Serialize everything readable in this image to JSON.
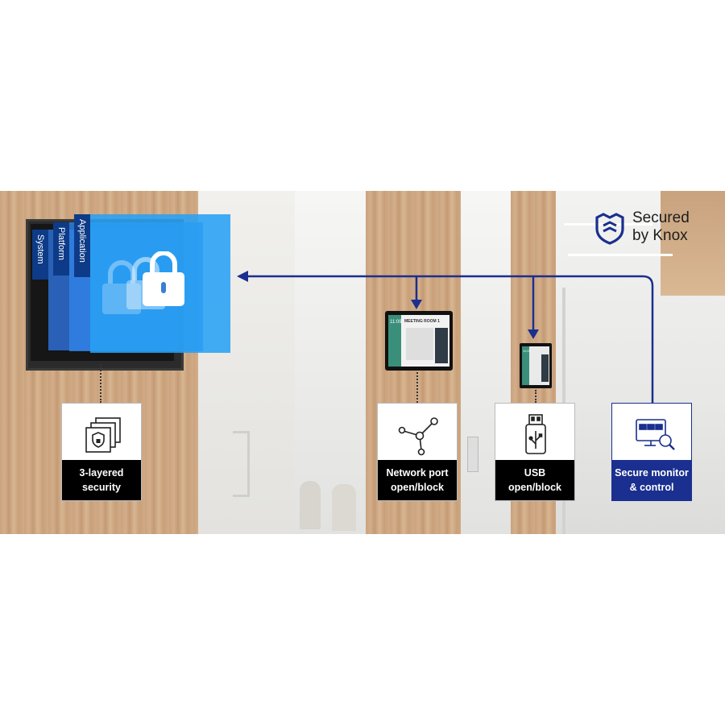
{
  "brand": {
    "line1": "Secured",
    "line2": "by Knox",
    "icon": "knox-shield-icon",
    "color": "#1a2f8f"
  },
  "layers": [
    "System",
    "Platform",
    "Application"
  ],
  "features": [
    {
      "line1": "3-layered",
      "line2": "security",
      "icon": "stacked-shield-icon"
    },
    {
      "line1": "Network port",
      "line2": "open/block",
      "icon": "network-nodes-icon"
    },
    {
      "line1": "USB",
      "line2": "open/block",
      "icon": "usb-icon"
    },
    {
      "line1": "Secure monitor",
      "line2": "& control",
      "icon": "monitor-search-icon",
      "highlight_color": "#1a2f8f"
    }
  ],
  "displays": {
    "large": {
      "clock": "11:09",
      "title": "MEETING ROOM 1"
    },
    "small": {
      "clock": "11:09"
    }
  },
  "icons": {
    "lock": "lock-icon",
    "arrow": "connector-arrow"
  }
}
